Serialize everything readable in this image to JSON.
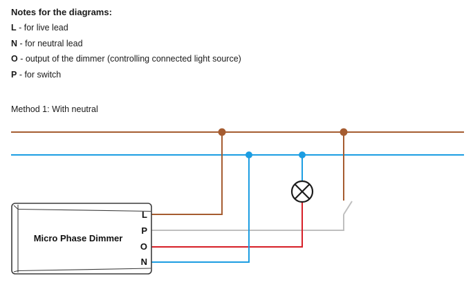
{
  "notes": {
    "heading": "Notes for the diagrams:",
    "items": [
      {
        "letter": "L",
        "text": " - for live lead"
      },
      {
        "letter": "N",
        "text": " - for neutral lead"
      },
      {
        "letter": "O",
        "text": " - output of the dimmer (controlling connected light source)"
      },
      {
        "letter": "P",
        "text": " - for switch"
      }
    ]
  },
  "method": {
    "title": "Method 1: With neutral"
  },
  "diagram": {
    "device_label": "Micro Phase Dimmer",
    "terminals": [
      "L",
      "P",
      "O",
      "N"
    ],
    "colors": {
      "live": "#a55c30",
      "neutral": "#1b9de2",
      "output": "#d61e26",
      "switch_wire": "#bfbfbf",
      "outline": "#3c3c3c"
    }
  }
}
